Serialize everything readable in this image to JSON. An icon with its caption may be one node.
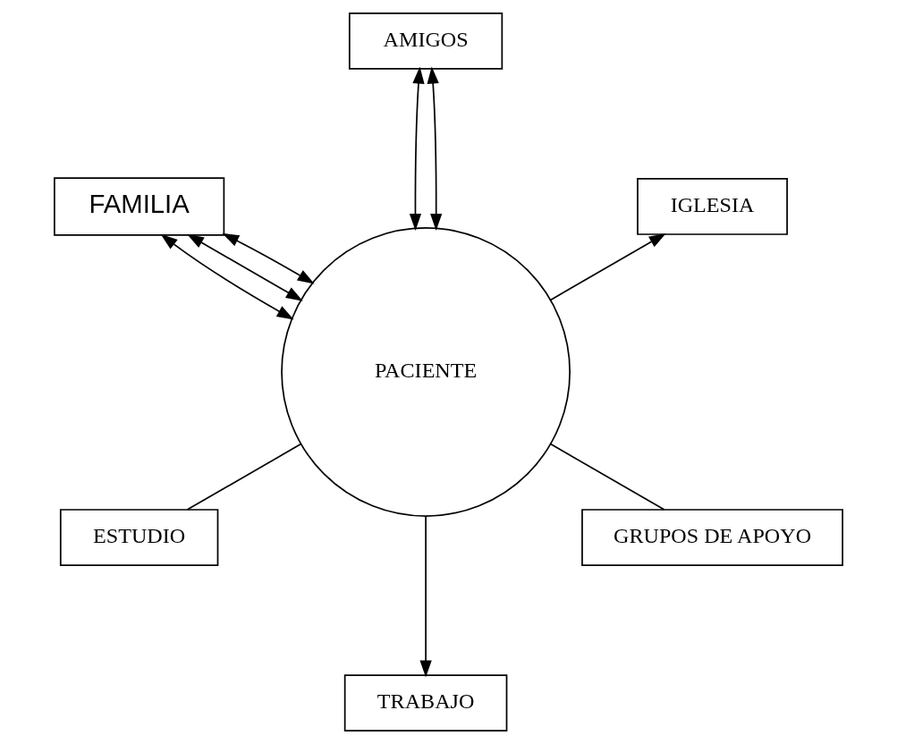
{
  "diagram": {
    "nodes": [
      {
        "text": [
          "IGLESIA"
        ]
      },
      {
        "text": [
          "AMIGOS"
        ]
      },
      {
        "text": [
          "FAMILIA"
        ]
      },
      {
        "text": [
          "PACIENTE"
        ]
      },
      {
        "text": [
          "ESTUDIO"
        ]
      },
      {
        "text": [
          "TRABAJO"
        ]
      },
      {
        "text": [
          "GRUPOS DE APOYO"
        ]
      }
    ],
    "edges": [
      {
        "from": 3,
        "to": 0,
        "arrow": "to"
      },
      {
        "from": 3,
        "to": 1,
        "arrow": "both"
      },
      {
        "from": 3,
        "to": 1,
        "arrow": "both"
      },
      {
        "from": 3,
        "to": 2,
        "arrow": "both"
      },
      {
        "from": 3,
        "to": 2,
        "arrow": "both"
      },
      {
        "from": 3,
        "to": 2,
        "arrow": "both"
      },
      {
        "from": 3,
        "to": 4,
        "arrow": "none"
      },
      {
        "from": 3,
        "to": 5,
        "arrow": "to"
      },
      {
        "from": 3,
        "to": 6,
        "arrow": "none"
      }
    ]
  }
}
